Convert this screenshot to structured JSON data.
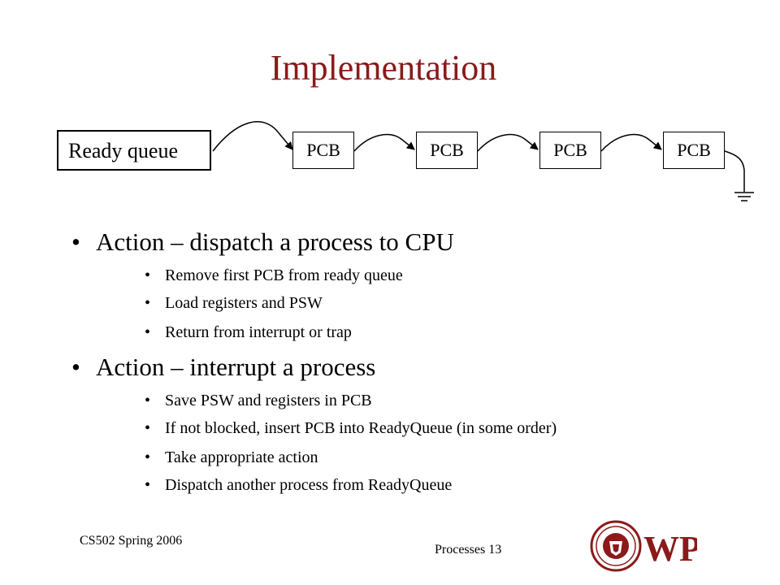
{
  "title": "Implementation",
  "diagram": {
    "queue_label": "Ready queue",
    "pcb_labels": [
      "PCB",
      "PCB",
      "PCB",
      "PCB"
    ]
  },
  "bullets": [
    {
      "text": "Action  – dispatch  a process to CPU",
      "sub": [
        "Remove first PCB from ready queue",
        "Load registers and PSW",
        "Return from interrupt or trap"
      ]
    },
    {
      "text": "Action  – interrupt  a process",
      "sub": [
        "Save PSW and registers in PCB",
        "If not blocked, insert PCB into ReadyQueue (in some order)",
        "Take appropriate action",
        "Dispatch another process from ReadyQueue"
      ]
    }
  ],
  "footer": {
    "course": "CS502 Spring  2006",
    "page": "Processes 13",
    "logo_text": "WPI"
  },
  "colors": {
    "title": "#8b1a1a",
    "logo": "#8b1a1a",
    "text": "#000000"
  }
}
